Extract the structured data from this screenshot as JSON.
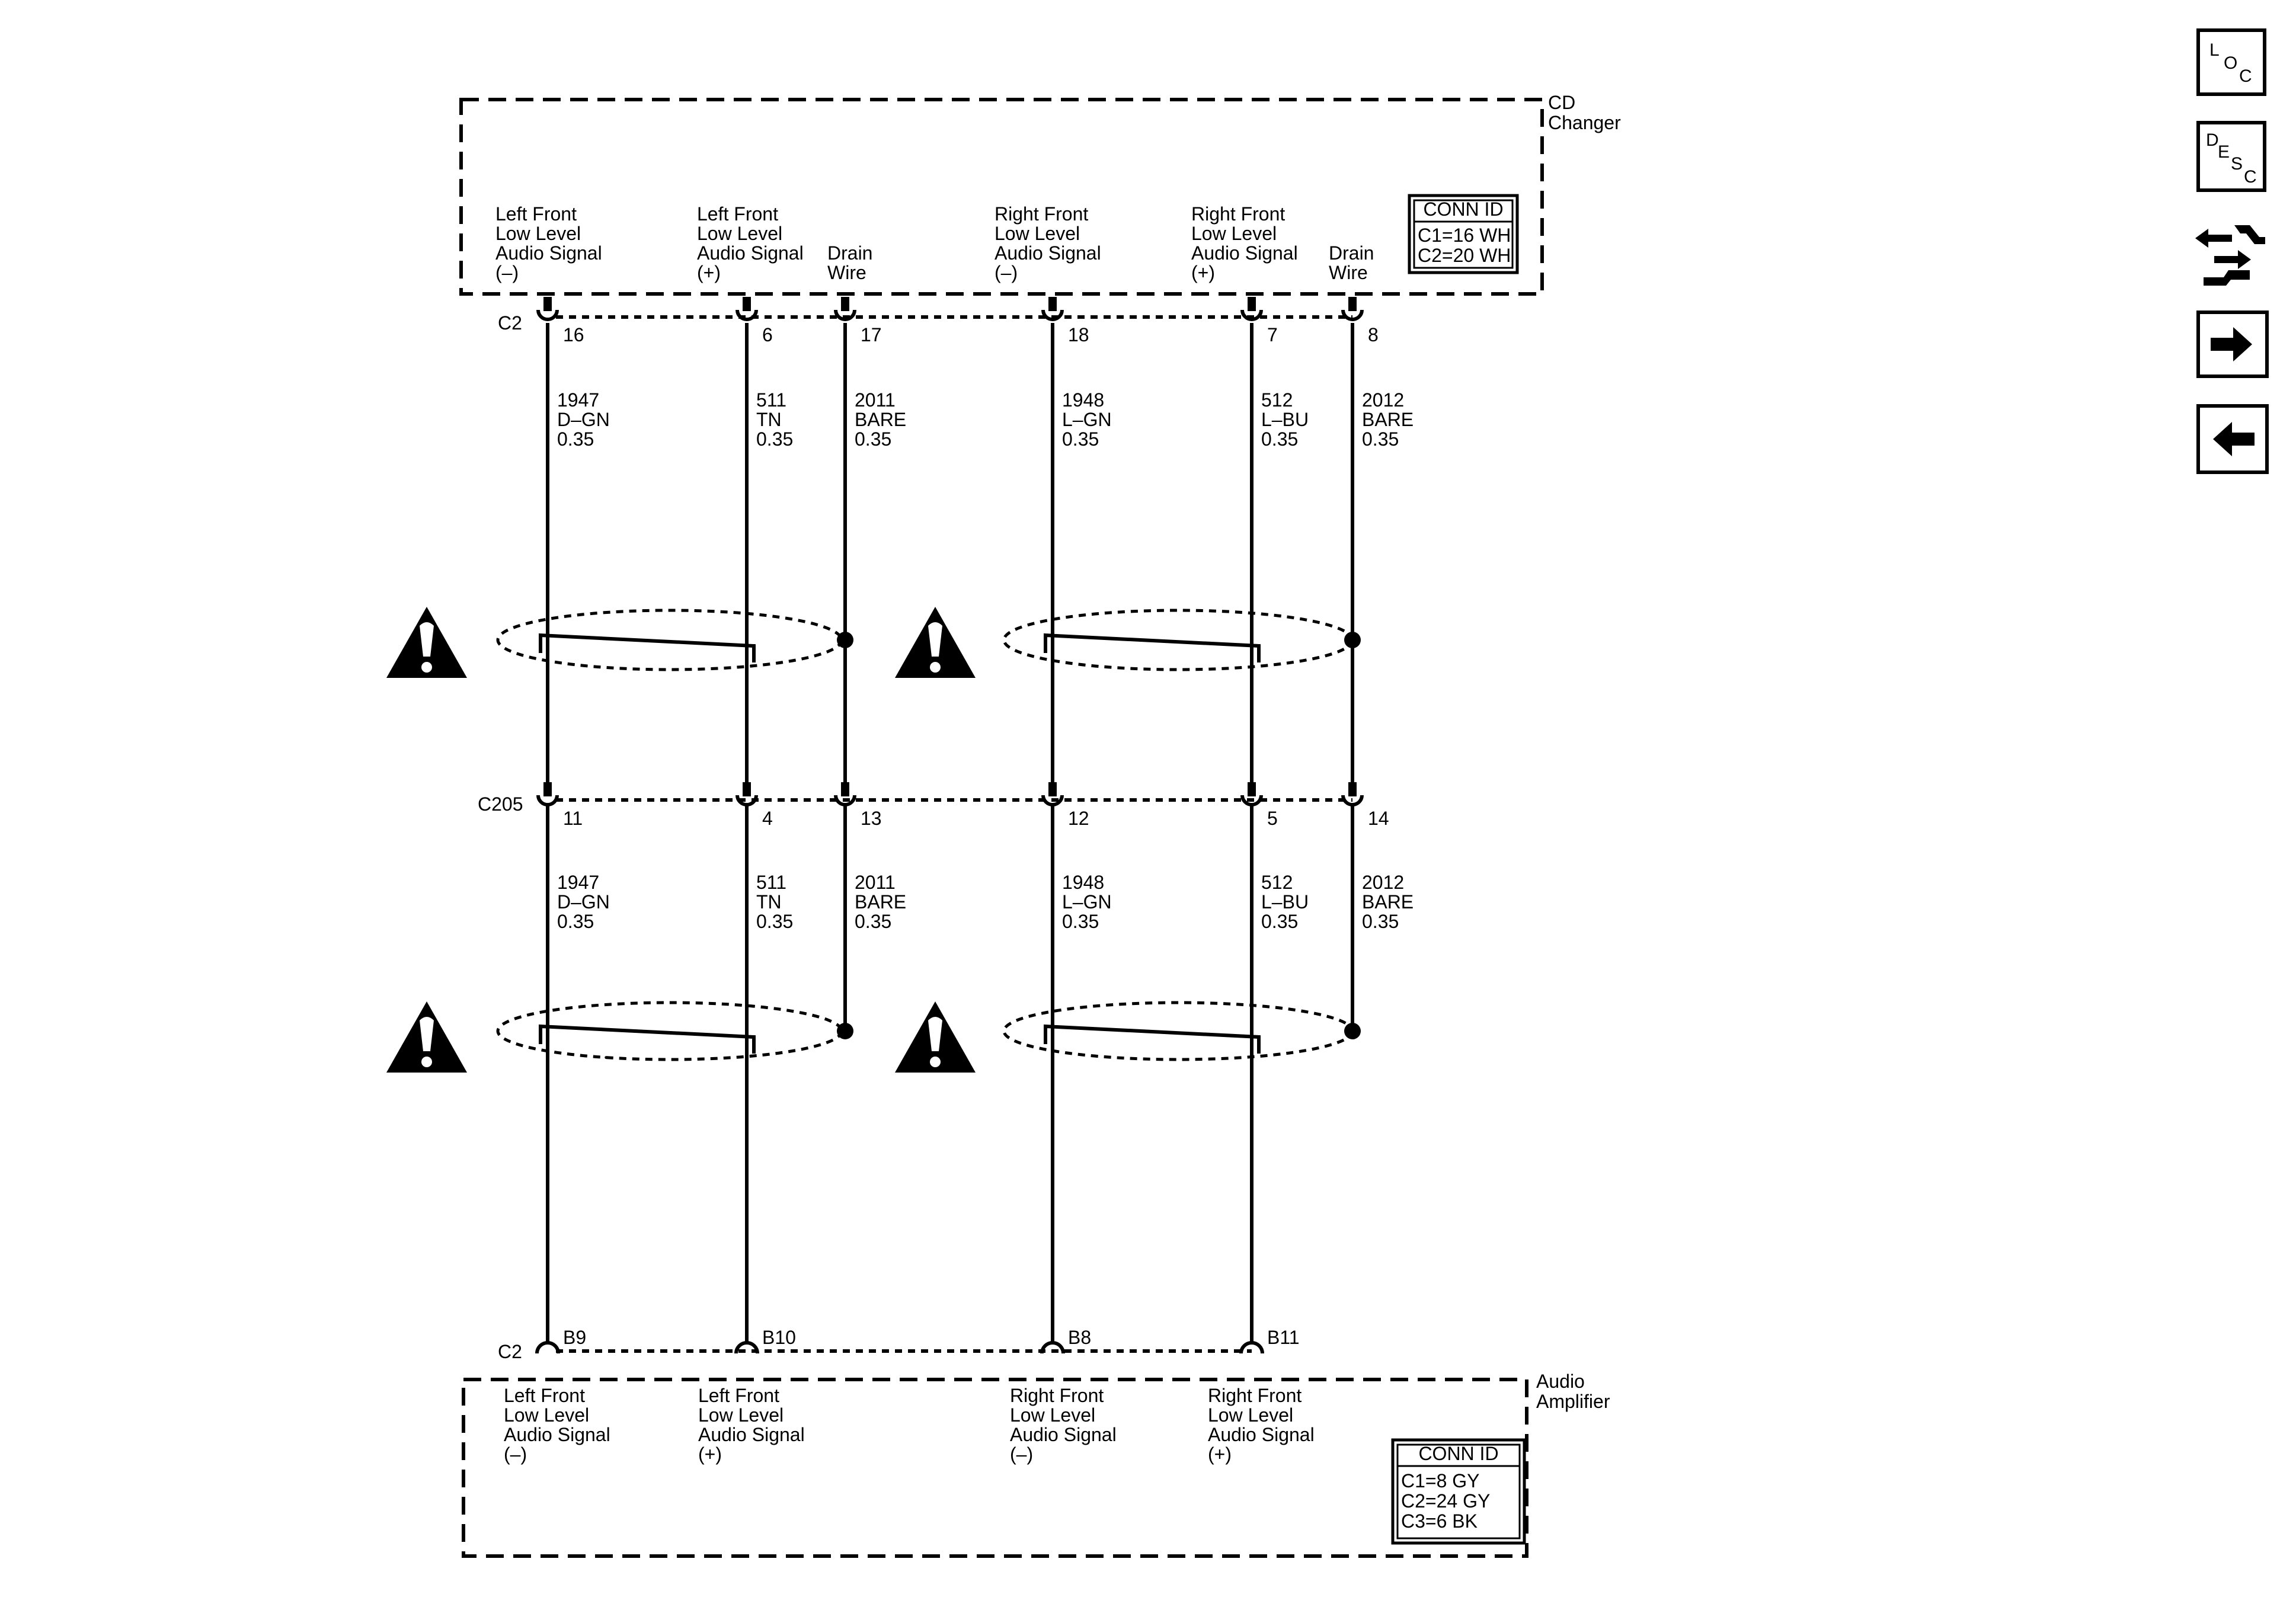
{
  "cd_changer": {
    "title": [
      "CD",
      "Changer"
    ],
    "conn_id": {
      "header": "CONN ID",
      "lines": [
        "C1=16 WH",
        "C2=20 WH"
      ]
    },
    "connector_label": "C2"
  },
  "inline_connector": {
    "label": "C205"
  },
  "audio_amplifier": {
    "title": [
      "Audio",
      "Amplifier"
    ],
    "conn_id": {
      "header": "CONN ID",
      "lines": [
        "C1=8 GY",
        "C2=24 GY",
        "C3=6 BK"
      ]
    },
    "connector_label": "C2"
  },
  "circuits": [
    {
      "top_label": [
        "Left Front",
        "Low Level",
        "Audio Signal",
        "(–)"
      ],
      "top_pin": "16",
      "wire_upper": [
        "1947",
        "D–GN",
        "0.35"
      ],
      "c205_pin": "11",
      "wire_lower": [
        "1947",
        "D–GN",
        "0.35"
      ],
      "amp_pin": "B9",
      "amp_label": [
        "Left Front",
        "Low Level",
        "Audio Signal",
        "(–)"
      ]
    },
    {
      "top_label": [
        "Left Front",
        "Low Level",
        "Audio Signal",
        "(+)"
      ],
      "top_pin": "6",
      "wire_upper": [
        "511",
        "TN",
        "0.35"
      ],
      "c205_pin": "4",
      "wire_lower": [
        "511",
        "TN",
        "0.35"
      ],
      "amp_pin": "B10",
      "amp_label": [
        "Left Front",
        "Low Level",
        "Audio Signal",
        "(+)"
      ]
    },
    {
      "top_label": [
        "Drain",
        "Wire"
      ],
      "top_pin": "17",
      "wire_upper": [
        "2011",
        "BARE",
        "0.35"
      ],
      "c205_pin": "13",
      "wire_lower": [
        "2011",
        "BARE",
        "0.35"
      ]
    },
    {
      "top_label": [
        "Right Front",
        "Low Level",
        "Audio Signal",
        "(–)"
      ],
      "top_pin": "18",
      "wire_upper": [
        "1948",
        "L–GN",
        "0.35"
      ],
      "c205_pin": "12",
      "wire_lower": [
        "1948",
        "L–GN",
        "0.35"
      ],
      "amp_pin": "B8",
      "amp_label": [
        "Right Front",
        "Low Level",
        "Audio Signal",
        "(–)"
      ]
    },
    {
      "top_label": [
        "Right Front",
        "Low Level",
        "Audio Signal",
        "(+)"
      ],
      "top_pin": "7",
      "wire_upper": [
        "512",
        "L–BU",
        "0.35"
      ],
      "c205_pin": "5",
      "wire_lower": [
        "512",
        "L–BU",
        "0.35"
      ],
      "amp_pin": "B11",
      "amp_label": [
        "Right Front",
        "Low Level",
        "Audio Signal",
        "(+)"
      ]
    },
    {
      "top_label": [
        "Drain",
        "Wire"
      ],
      "top_pin": "8",
      "wire_upper": [
        "2012",
        "BARE",
        "0.35"
      ],
      "c205_pin": "14",
      "wire_lower": [
        "2012",
        "BARE",
        "0.35"
      ]
    }
  ],
  "side_buttons": [
    {
      "name": "loc-button",
      "letters": [
        "L",
        "O",
        "C"
      ]
    },
    {
      "name": "desc-button",
      "letters": [
        "D",
        "E",
        "S",
        "C"
      ]
    },
    {
      "name": "harness-connector-button",
      "icon": "harness-connector-icon"
    },
    {
      "name": "next-page-button",
      "icon": "arrow-right-icon"
    },
    {
      "name": "previous-page-button",
      "icon": "arrow-left-icon"
    }
  ],
  "warning_icon": "caution-triangle-icon"
}
